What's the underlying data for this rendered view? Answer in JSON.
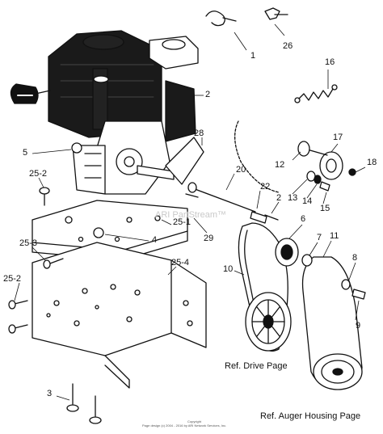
{
  "callouts": [
    "1",
    "26",
    "16",
    "2",
    "28",
    "5",
    "12",
    "17",
    "18",
    "25-2",
    "20",
    "22",
    "2",
    "13",
    "14",
    "15",
    "6",
    "7",
    "11",
    "25-1",
    "4",
    "29",
    "25-3",
    "10",
    "8",
    "25-4",
    "25-2",
    "9",
    "3"
  ],
  "refs": {
    "drive": "Ref. Drive Page",
    "auger": "Ref. Auger Housing Page"
  },
  "watermark": "ARI PartStream™",
  "footer": {
    "line1": "Copyright",
    "line2": "Page design (c) 2004 - 2016 by ARI Network Services, Inc."
  }
}
